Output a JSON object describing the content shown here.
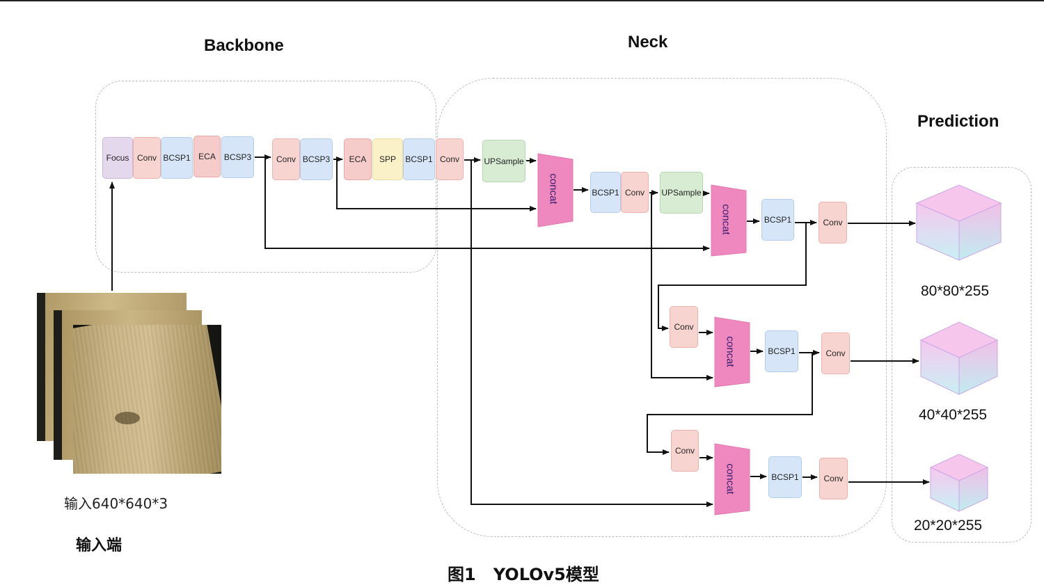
{
  "sections": {
    "backbone": "Backbone",
    "neck": "Neck",
    "prediction": "Prediction"
  },
  "blocks": {
    "focus": "Focus",
    "conv": "Conv",
    "bcsp1": "BCSP1",
    "bcsp3": "BCSP3",
    "eca": "ECA",
    "spp": "SPP",
    "upsample": "UPSample",
    "concat": "concat"
  },
  "outputs": [
    "80*80*255",
    "40*40*255",
    "20*20*255"
  ],
  "input": {
    "caption": "输入640*640*3",
    "label": "输入端"
  },
  "figure_caption": "图1   YOLOv5模型",
  "colors": {
    "conv": "#f8d4d0",
    "bcsp": "#d6e6f8",
    "focus": "#e4d8ec",
    "eca": "#f6cccb",
    "spp": "#fbf1c8",
    "upsample": "#d7ecd3",
    "concat": "#ee88bf",
    "group_border": "#bdbdbd",
    "wood": "#c9b07a"
  }
}
